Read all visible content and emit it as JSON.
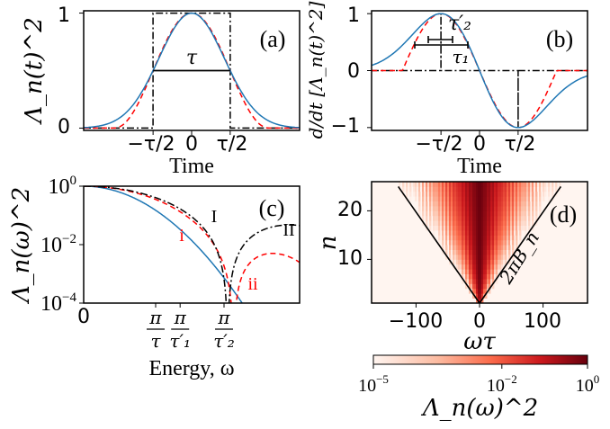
{
  "chart_data": [
    {
      "type": "line",
      "panel_label": "(a)",
      "ylabel": "Λ_n(t)^2",
      "xlabel": "Time",
      "x_ticks": [
        "−τ/2",
        "0",
        "τ/2"
      ],
      "x_tick_values": [
        -0.5,
        0,
        0.5
      ],
      "y_ticks": [
        "0",
        "1"
      ],
      "y_tick_values": [
        0,
        1
      ],
      "xlim": [
        -1.4,
        1.4
      ],
      "ylim": [
        -0.02,
        1.02
      ],
      "annotation": "τ",
      "annotation_level": 0.5,
      "series": [
        {
          "style": "dashdot",
          "color": "#000000",
          "shape": "square pulse, width τ",
          "x": [
            -1.4,
            -0.5,
            -0.5,
            0.5,
            0.5,
            1.4
          ],
          "y": [
            0,
            0,
            1,
            1,
            0,
            0
          ]
        },
        {
          "style": "dashed",
          "color": "#ff0000",
          "shape": "narrow bell",
          "x": [
            -1.0,
            -0.75,
            -0.5,
            -0.25,
            0,
            0.25,
            0.5,
            0.75,
            1.0
          ],
          "y": [
            0,
            0.15,
            0.5,
            0.85,
            1,
            0.85,
            0.5,
            0.15,
            0
          ]
        },
        {
          "style": "solid",
          "color": "#1f77b4",
          "shape": "wide bell",
          "x": [
            -1.4,
            -1.0,
            -0.5,
            0,
            0.5,
            1.0,
            1.4
          ],
          "y": [
            0.02,
            0.15,
            0.5,
            1,
            0.5,
            0.15,
            0.02
          ]
        }
      ]
    },
    {
      "type": "line",
      "panel_label": "(b)",
      "ylabel": "d/dt [Λ_n(t)^2]",
      "xlabel": "Time",
      "x_ticks": [
        "−τ/2",
        "0",
        "τ/2"
      ],
      "x_tick_values": [
        -0.5,
        0,
        0.5
      ],
      "y_ticks": [
        "−1",
        "0",
        "1"
      ],
      "y_tick_values": [
        -1,
        0,
        1
      ],
      "xlim": [
        -1.4,
        1.4
      ],
      "ylim": [
        -1.05,
        1.05
      ],
      "annotations": [
        "τ′₂",
        "τ₁"
      ],
      "series": [
        {
          "style": "dashdot",
          "color": "#000000",
          "shape": "delta spikes at ±τ/2"
        },
        {
          "style": "dashed",
          "color": "#ff0000",
          "peak_x": -0.5,
          "peak_y": 1,
          "trough_x": 0.5,
          "trough_y": -1
        },
        {
          "style": "solid",
          "color": "#1f77b4",
          "peak_x": -0.5,
          "peak_y": 1,
          "trough_x": 0.5,
          "trough_y": -1
        }
      ]
    },
    {
      "type": "line",
      "panel_label": "(c)",
      "ylabel": "Λ_n(ω)^2",
      "xlabel": "Energy, ω",
      "x_ticks": [
        "0",
        "π/τ",
        "π/τ′₁",
        "π/τ′₂"
      ],
      "y_ticks": [
        "10^0",
        "10^−2",
        "10^−4"
      ],
      "y_scale": "log",
      "ylim": [
        0.0001,
        1
      ],
      "annotations": [
        "I",
        "II",
        "i",
        "ii"
      ],
      "series": [
        {
          "style": "solid",
          "color": "#1f77b4"
        },
        {
          "style": "dashed",
          "color": "#ff0000"
        },
        {
          "style": "dashdot",
          "color": "#000000"
        }
      ]
    },
    {
      "type": "heatmap",
      "panel_label": "(d)",
      "ylabel": "n",
      "xlabel": "ωτ",
      "x_ticks": [
        "−100",
        "0",
        "100"
      ],
      "x_tick_values": [
        -100,
        0,
        100
      ],
      "y_ticks": [
        "10",
        "20"
      ],
      "y_tick_values": [
        10,
        20
      ],
      "xlim": [
        -170,
        170
      ],
      "ylim": [
        1,
        26
      ],
      "annotation": "2πB_n",
      "lines": [
        {
          "x": [
            0,
            -128
          ],
          "y": [
            1,
            25
          ]
        },
        {
          "x": [
            0,
            128
          ],
          "y": [
            1,
            25
          ]
        }
      ],
      "colorbar": {
        "label": "Λ_n(ω)^2",
        "scale": "log",
        "range": [
          1e-05,
          1
        ],
        "ticks": [
          "10^−5",
          "10^−2",
          "10^0"
        ],
        "colors": [
          "#fff5f0",
          "#fcbba1",
          "#fb6a4a",
          "#cb181d",
          "#67000d"
        ]
      }
    }
  ]
}
